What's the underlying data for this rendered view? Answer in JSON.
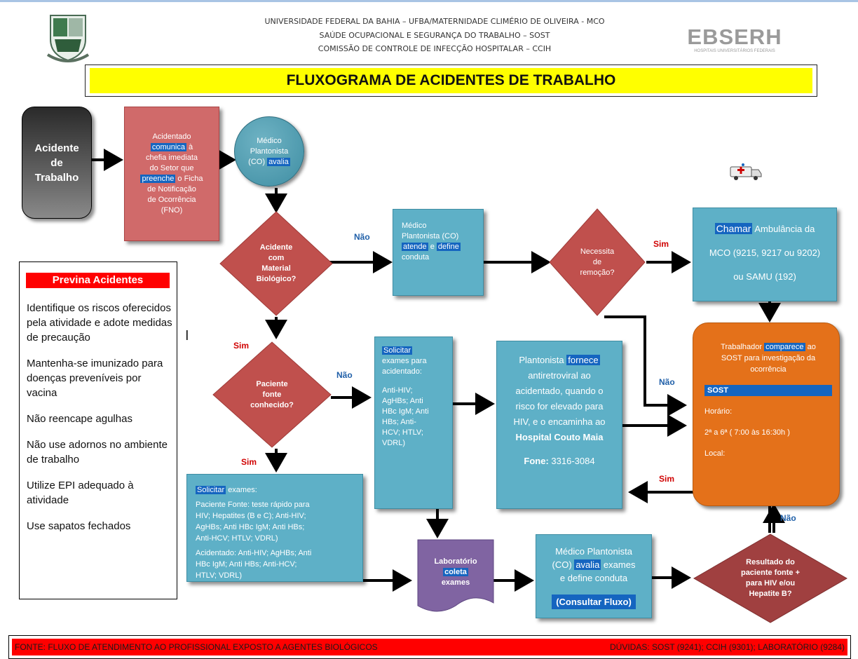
{
  "header": {
    "line1": "UNIVERSIDADE FEDERAL DA BAHIA – UFBA/MATERNIDADE CLIMÉRIO DE OLIVEIRA - MCO",
    "line2": "SAÚDE OCUPACIONAL E SEGURANÇA DO TRABALHO – SOST",
    "line3": "COMISSÃO DE CONTROLE DE INFECÇÃO HOSPITALAR – CCIH",
    "logo_right": "EBSERH",
    "logo_right_sub": "HOSPITAIS UNIVERSITÁRIOS FEDERAIS"
  },
  "title": "FLUXOGRAMA DE ACIDENTES DE TRABALHO",
  "nodes": {
    "start": [
      "Acidente",
      "de",
      "Trabalho"
    ],
    "comunica": {
      "a": "Acidentado",
      "b": "comunica",
      "c": "à",
      "d": "chefia imediata",
      "e": "do Setor que",
      "f": "preenche",
      "g": "o Ficha",
      "h": "de Notificação",
      "i": "de Ocorrência",
      "j": "(FNO)"
    },
    "medico_avalia": {
      "a": "Médico",
      "b": "Plantonista",
      "c": "(CO)",
      "d": "avalia"
    },
    "material_bio": [
      "Acidente",
      "com",
      "Material",
      "Biológico?"
    ],
    "atende": {
      "a": "Médico",
      "b": "Plantonista (CO)",
      "c": "atende",
      "d": "e",
      "e": "define",
      "f": "conduta"
    },
    "remocao": [
      "Necessita",
      "de",
      "remoção?"
    ],
    "ambulancia": {
      "a": "Chamar",
      "b": "Ambulância da",
      "c": "MCO (9215, 9217 ou 9202)",
      "d": "ou SAMU (192)"
    },
    "fonte_conhecido": [
      "Paciente",
      "fonte",
      "conhecido?"
    ],
    "solicitar_acid": {
      "a": "Solicitar",
      "b": "exames para",
      "c": "acidentado:",
      "d": "Anti-HIV;",
      "e": "AgHBs; Anti",
      "f": "HBc IgM; Anti",
      "g": "HBs; Anti-",
      "h": "HCV; HTLV;",
      "i": "VDRL)"
    },
    "antiretroviral": {
      "a": "Plantonista",
      "b": "fornece",
      "c": "antiretroviral ao",
      "d": "acidentado, quando o",
      "e": "risco for elevado para",
      "f": "HIV, e o encaminha ao",
      "g": "Hospital Couto Maia",
      "h": "Fone:",
      "i": "3316-3084"
    },
    "sost": {
      "a": "Trabalhador",
      "b": "comparece",
      "c": "ao",
      "d": "SOST para investigação da",
      "e": "ocorrência",
      "f": "SOST",
      "g": "Horário:",
      "h": "2ª a 6ª ( 7:00 às 16:30h )",
      "i": "Local:"
    },
    "solicitar_fonte": {
      "a": "Solicitar",
      "b": "exames:",
      "c": "Paciente Fonte: teste rápido para",
      "d": "HIV; Hepatites (B e C); Anti-HIV;",
      "e": "AgHBs; Anti HBc IgM; Anti HBs;",
      "f": "Anti-HCV; HTLV; VDRL)",
      "g": "Acidentado: Anti-HIV; AgHBs; Anti",
      "h": "HBc IgM; Anti HBs; Anti-HCV;",
      "i": "HTLV; VDRL)"
    },
    "laboratorio": [
      "Laboratório",
      "coleta",
      "exames"
    ],
    "avalia_exames": {
      "a": "Médico Plantonista",
      "b": "(CO)",
      "c": "avalia",
      "d": "exames",
      "e": "e define conduta",
      "f": "(Consultar Fluxo)"
    },
    "resultado": [
      "Resultado do",
      "paciente fonte +",
      "para HIV e/ou",
      "Hepatite B?"
    ]
  },
  "edge_labels": {
    "nao1": "Não",
    "sim1": "Sim",
    "sim2": "Sim",
    "nao2": "Não",
    "sim3": "Sim",
    "nao3": "Não",
    "sim4": "Sim",
    "nao4": "Não"
  },
  "sidebar": {
    "title": "Previna Acidentes",
    "items": [
      "Identifique os riscos oferecidos pela atividade e adote medidas de precaução",
      "Mantenha-se imunizado para doenças preveníveis por vacina",
      "Não reencape agulhas",
      "Não use adornos no ambiente de trabalho",
      "Utilize EPI adequado à atividade",
      "Use sapatos fechados"
    ]
  },
  "stray_mark": "I",
  "footer": {
    "left": "FONTE: FLUXO DE ATENDIMENTO AO PROFISSIONAL EXPOSTO A AGENTES BIOLÓGICOS",
    "right": "DÚVIDAS: SOST (9241); CCIH (9301); LABORATÓRIO (9284)"
  },
  "colors": {
    "title_bg": "#ffff00",
    "teal": "#5eb0c7",
    "red_node": "#c0504d",
    "orange": "#e4711a",
    "footer_bg": "#ff0000",
    "highlight": "#1565c0"
  }
}
